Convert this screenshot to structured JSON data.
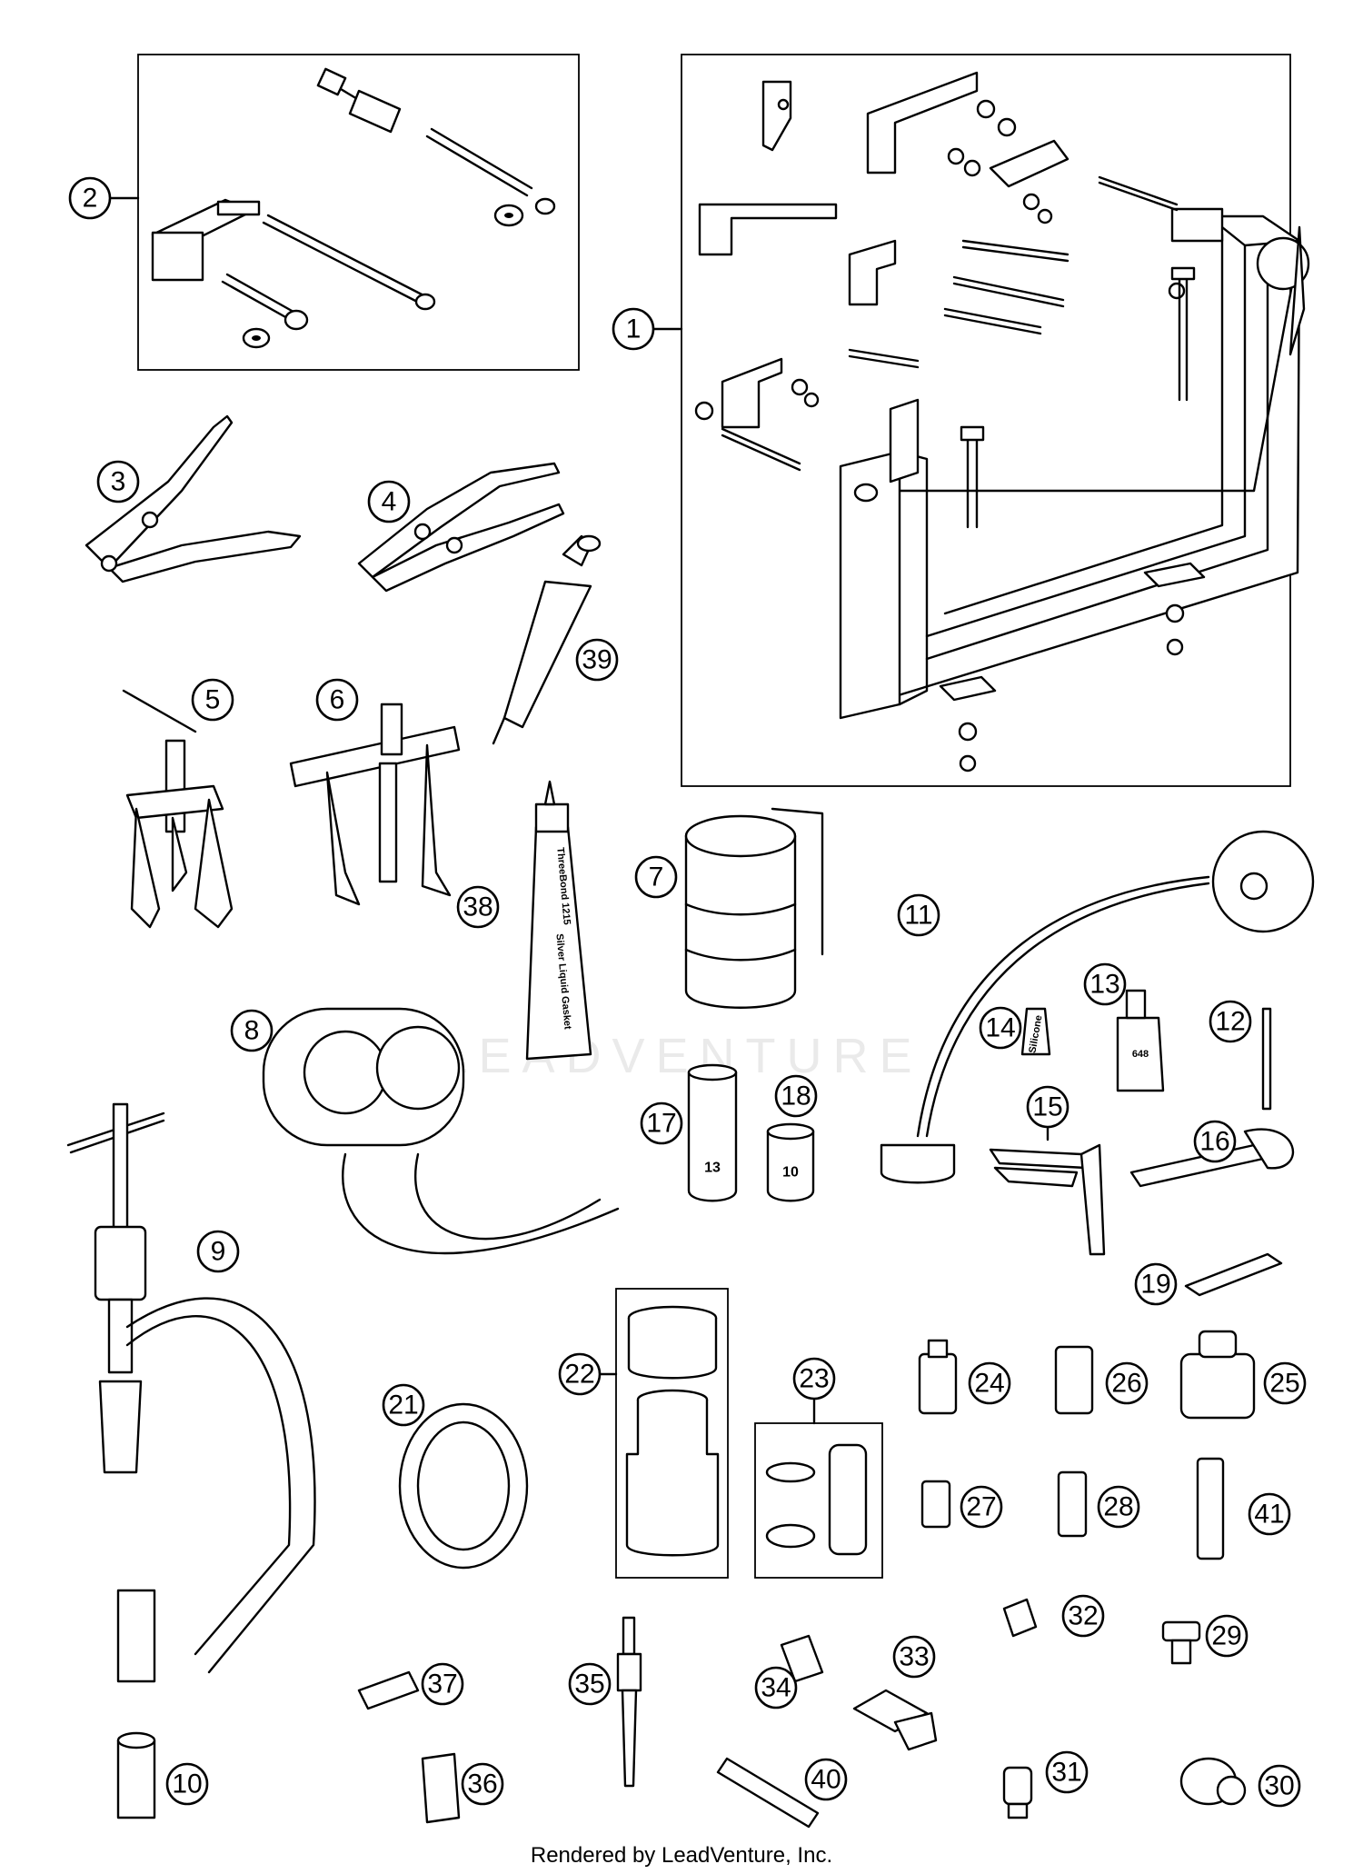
{
  "watermark": "LEADVENTURE",
  "footer": "Rendered by LeadVenture, Inc.",
  "tool_labels": {
    "tube_top": "ThreeBond 1215",
    "tube_bottom": "Silver Liquid Gasket",
    "socket_17": "13",
    "socket_18": "10",
    "bottle_13": "648",
    "bottle_14": "Silicone"
  },
  "callouts": [
    "1",
    "2",
    "3",
    "4",
    "5",
    "6",
    "7",
    "8",
    "9",
    "10",
    "11",
    "12",
    "13",
    "14",
    "15",
    "16",
    "17",
    "18",
    "19",
    "21",
    "22",
    "23",
    "24",
    "25",
    "26",
    "27",
    "28",
    "29",
    "30",
    "31",
    "32",
    "33",
    "34",
    "35",
    "36",
    "37",
    "38",
    "39",
    "40",
    "41"
  ]
}
